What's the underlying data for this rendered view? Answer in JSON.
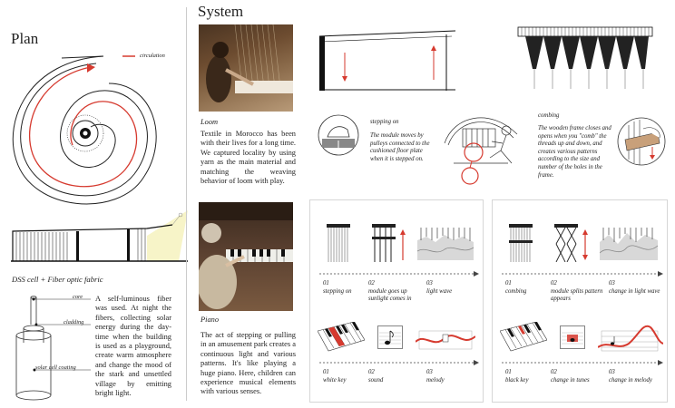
{
  "plan": {
    "title": "Plan",
    "legend_label": "circulation",
    "section_title": "DSS cell + Fiber optic fabric",
    "labels": {
      "core": "core",
      "cladding": "cladding",
      "solar": "solar cell coating"
    },
    "description": "A self-luminous fiber was used. At night the fibers, collecting solar energy during the day-time when the building is used as a playground, create warm atmosphere and change the mood of the stark and unsettled village by emitting bright light."
  },
  "system": {
    "title": "System",
    "loom": {
      "label": "Loom",
      "text": "Textile in Morocco has been with their lives for a long time. We captured locality by using yarn as the main material and matching the weaving behavior of loom with play."
    },
    "piano": {
      "label": "Piano",
      "text": "The act of stepping or pulling in an amusement park creates a continuous light and various patterns. It's like playing a huge piano. Here, children can experience musical elements with various senses."
    },
    "stepping": {
      "title": "stepping on",
      "text": "The module moves by pulleys connected to the cushioned floor plate when it is stepped on."
    },
    "combing": {
      "title": "combing",
      "text": "The wooden frame closes and opens when you \"comb\" the threads up and down, and creates various patterns according to the size and number of the holes in the frame."
    },
    "panel_left": {
      "top": [
        {
          "num": "01",
          "label": "stepping on"
        },
        {
          "num": "02",
          "label": "module goes up sunlight comes in"
        },
        {
          "num": "03",
          "label": "light wave"
        }
      ],
      "bottom": [
        {
          "num": "01",
          "label": "white key"
        },
        {
          "num": "02",
          "label": "sound"
        },
        {
          "num": "03",
          "label": "melody"
        }
      ]
    },
    "panel_right": {
      "top": [
        {
          "num": "01",
          "label": "combing"
        },
        {
          "num": "02",
          "label": "module splits pattern appears"
        },
        {
          "num": "03",
          "label": "change in light wave"
        }
      ],
      "bottom": [
        {
          "num": "01",
          "label": "black key"
        },
        {
          "num": "02",
          "label": "change in tunes"
        },
        {
          "num": "03",
          "label": "change in melody"
        }
      ]
    }
  },
  "colors": {
    "accent": "#d63a2f",
    "ink": "#222222",
    "panel_border": "#d6d6d6",
    "glow": "#f3f0b0"
  }
}
